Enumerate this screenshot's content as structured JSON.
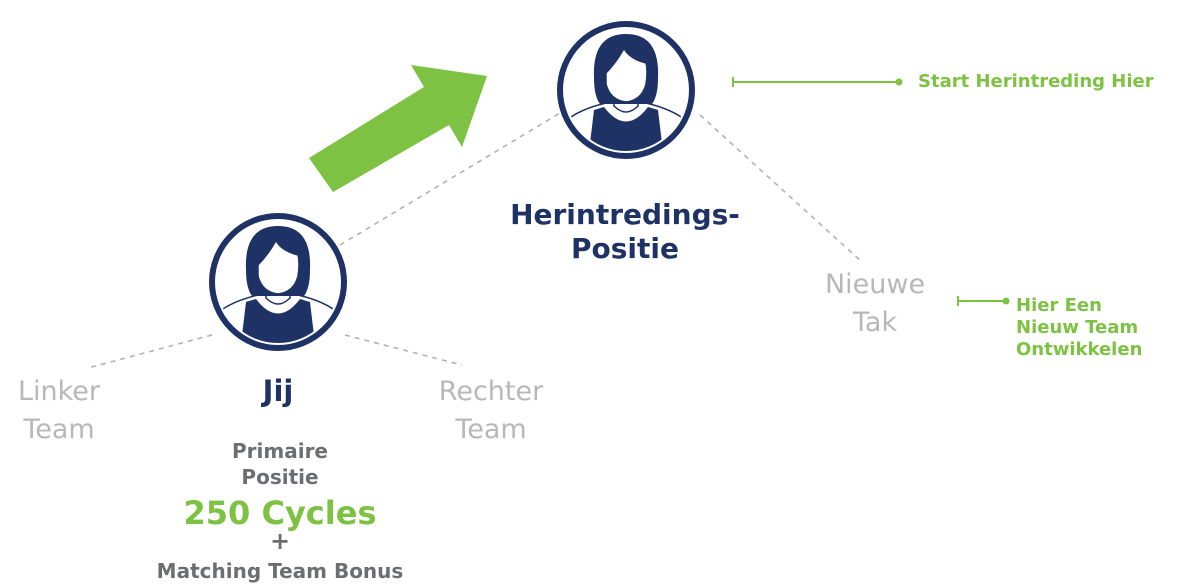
{
  "colors": {
    "navy": "#1f3266",
    "green": "#7dc242",
    "label_gray": "#b8b8b8",
    "text_gray": "#6d6e71",
    "dash_gray": "#b3b3b3",
    "skin": "#ffffff"
  },
  "icons": {
    "top_avatar": "woman-avatar-icon",
    "bottom_avatar": "woman-avatar-icon",
    "arrow": "up-right-arrow-icon"
  },
  "reentry": {
    "title_line1": "Herintredings-",
    "title_line2": "Positie",
    "callout": "Start Herintreding Hier"
  },
  "new_branch": {
    "label_line1": "Nieuwe",
    "label_line2": "Tak",
    "callout_line1": "Hier Een",
    "callout_line2": "Nieuw Team",
    "callout_line3": "Ontwikkelen"
  },
  "you": {
    "name": "Jij",
    "left_line1": "Linker",
    "left_line2": "Team",
    "right_line1": "Rechter",
    "right_line2": "Team",
    "primary_line1": "Primaire",
    "primary_line2": "Positie",
    "cycles": "250 Cycles",
    "plus": "+",
    "bonus": "Matching Team Bonus"
  }
}
